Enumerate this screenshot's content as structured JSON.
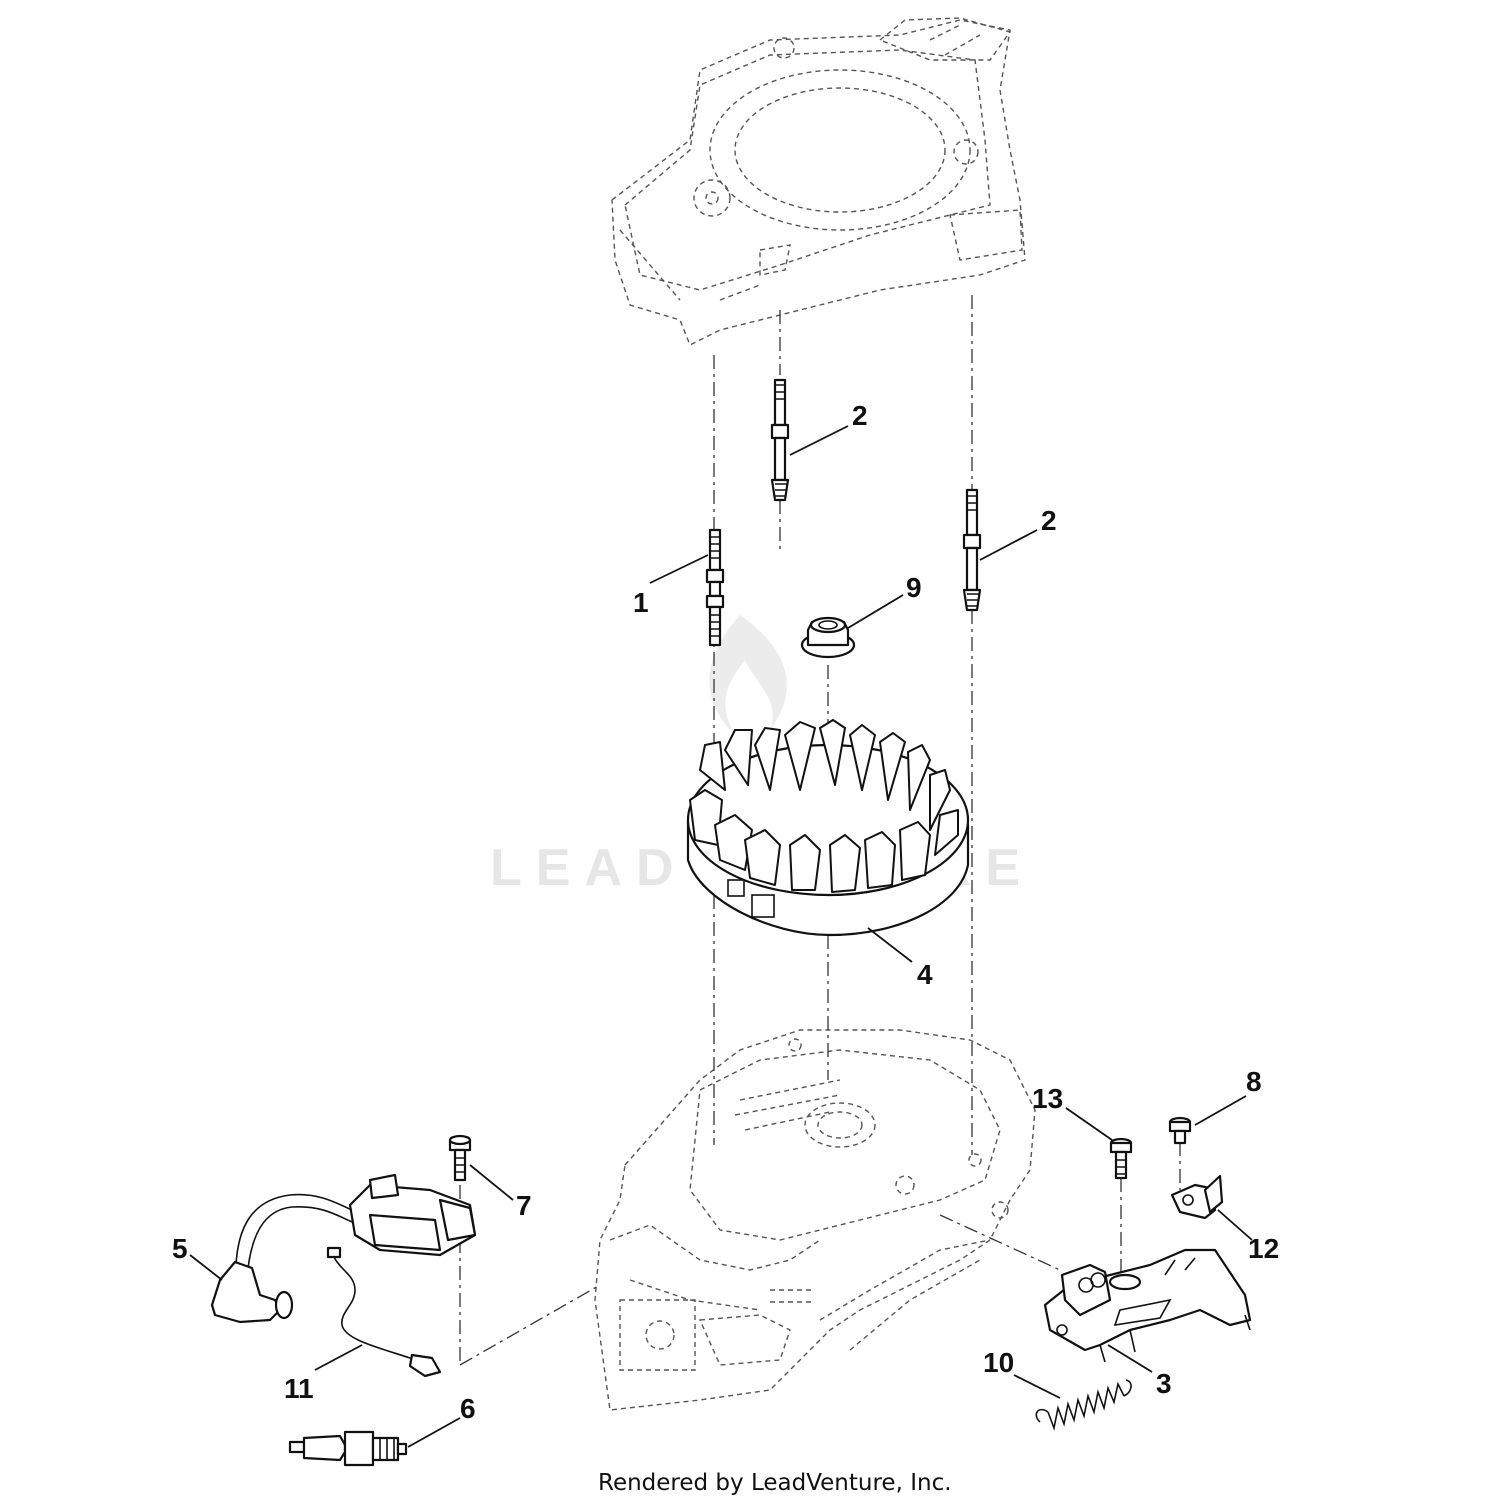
{
  "diagram": {
    "callouts": [
      {
        "id": "c1",
        "label": "1"
      },
      {
        "id": "c2a",
        "label": "2"
      },
      {
        "id": "c2b",
        "label": "2"
      },
      {
        "id": "c3",
        "label": "3"
      },
      {
        "id": "c4",
        "label": "4"
      },
      {
        "id": "c5",
        "label": "5"
      },
      {
        "id": "c6",
        "label": "6"
      },
      {
        "id": "c7",
        "label": "7"
      },
      {
        "id": "c8",
        "label": "8"
      },
      {
        "id": "c9",
        "label": "9"
      },
      {
        "id": "c10",
        "label": "10"
      },
      {
        "id": "c11",
        "label": "11"
      },
      {
        "id": "c12",
        "label": "12"
      },
      {
        "id": "c13",
        "label": "13"
      }
    ],
    "watermark": "LEADVENTURE",
    "footer": "Rendered by LeadVenture, Inc."
  }
}
